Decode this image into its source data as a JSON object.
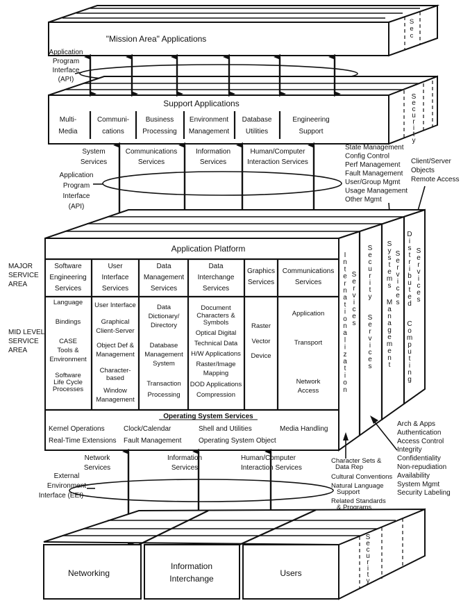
{
  "mission_layer": {
    "title": "\"Mission Area\" Applications",
    "side_label": "Sec"
  },
  "api_top": {
    "lines": [
      "Application",
      "Program",
      "Interface",
      "(API)"
    ]
  },
  "support_layer": {
    "title": "Support Applications",
    "side_label": "Security",
    "columns": [
      [
        "Multi-",
        "Media"
      ],
      [
        "Communi-",
        "cations"
      ],
      [
        "Business",
        "Processing"
      ],
      [
        "Environment",
        "Management"
      ],
      [
        "Database",
        "Utilities"
      ],
      [
        "Engineering",
        "Support"
      ]
    ]
  },
  "api_mid": {
    "lines": [
      "Application",
      "Program",
      "Interface",
      "(API)"
    ],
    "services": [
      [
        "System",
        "Services"
      ],
      [
        "Communications",
        "Services"
      ],
      [
        "Information",
        "Services"
      ],
      [
        "Human/Computer",
        "Interaction Services"
      ]
    ]
  },
  "systems_management_list": [
    "State Management",
    "Config Control",
    "Perf  Management",
    "Fault Management",
    "User/Group Mgmt",
    "Usage Management",
    "Other Mgmt"
  ],
  "distributed_list": [
    "Client/Server",
    "Objects",
    "Remote Access"
  ],
  "row_labels": {
    "major": [
      "MAJOR",
      "SERVICE",
      "AREA"
    ],
    "mid": [
      "MID LEVEL",
      "SERVICE",
      "AREA"
    ]
  },
  "platform": {
    "title": "Application Platform",
    "major_services": [
      [
        "Software",
        "Engineering",
        "Services"
      ],
      [
        "User",
        "Interface",
        "Services"
      ],
      [
        "Data",
        "Management",
        "Services"
      ],
      [
        "Data",
        "Interchange",
        "Services"
      ],
      [
        "Graphics",
        "Services"
      ],
      [
        "Communications",
        "Services"
      ]
    ],
    "mid_services": [
      [
        "Language",
        "Bindings",
        "CASE",
        "Tools &",
        "Environment",
        "Software",
        "Life Cycle",
        "Processes"
      ],
      [
        "User Interface",
        "Graphical",
        "Client-Server",
        "Object Def &",
        "Management",
        "Character-",
        "based",
        "Window",
        "Management"
      ],
      [
        "Data",
        "Dictionary/",
        "Directory",
        "Database",
        "Management",
        "System",
        "Transaction",
        "Processing"
      ],
      [
        "Document",
        "Characters &",
        "Symbols",
        "Optical Digital",
        "Technical Data",
        "H/W Applications",
        "Raster/Image",
        "Mapping",
        "DOD Applications",
        "Compression"
      ],
      [
        "Raster",
        "Vector",
        "Device"
      ],
      [
        "Application",
        "Transport",
        "Network",
        "Access"
      ]
    ],
    "os": {
      "title": "Operating System Services",
      "items": [
        "Kernel Operations",
        "Clock/Calendar",
        "Shell and Utilities",
        "Media Handling",
        "Real-Time Extensions",
        "Fault Management",
        "Operating System Object"
      ]
    },
    "vertical_services": [
      "Internationalization",
      "Services",
      "Security",
      "Services",
      "Systems",
      "Management",
      "Services",
      "Distributed",
      "Computing",
      "Services"
    ]
  },
  "security_list": [
    "Arch & Apps",
    "Authentication",
    "Access Control",
    "Integrity",
    "Confidentiality",
    "Non-repudiation",
    "Availability",
    "System Mgmt",
    "Security Labeling"
  ],
  "i18n_list": [
    "Character Sets &",
    "Data Rep",
    "Cultural Conventions",
    "Natural Language",
    "Support",
    "Related Standards",
    "& Programs"
  ],
  "eei": {
    "lines": [
      "External",
      "Environment",
      "Interface (EEI)"
    ],
    "services": [
      [
        "Network",
        "Services"
      ],
      [
        "Information",
        "Services"
      ],
      [
        "Human/Computer",
        "Interaction Services"
      ]
    ]
  },
  "external_entities": {
    "boxes": [
      [
        "Networking"
      ],
      [
        "Information",
        "Interchange"
      ],
      [
        "Users"
      ]
    ],
    "side_label": "Security"
  }
}
